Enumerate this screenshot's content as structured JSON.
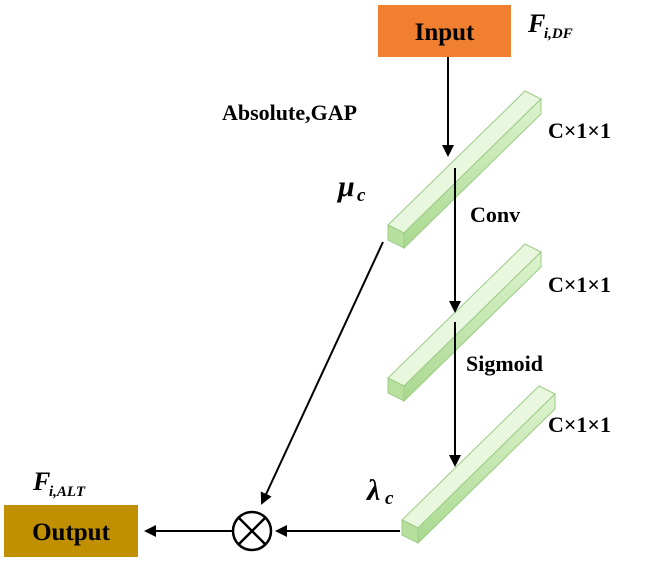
{
  "input_box": {
    "label": "Input",
    "color": "#F08030"
  },
  "output_box": {
    "label": "Output",
    "color": "#C09000"
  },
  "input_symbol": {
    "main": "F",
    "sub": "i,DF"
  },
  "output_symbol": {
    "main": "F",
    "sub": "i,ALT"
  },
  "step_labels": {
    "abs_gap": "Absolute,GAP",
    "conv": "Conv",
    "sigmoid": "Sigmoid"
  },
  "feature_dims": [
    "C×1×1",
    "C×1×1",
    "C×1×1"
  ],
  "mu_symbol": {
    "main": "μ",
    "sub": "c"
  },
  "lambda_symbol": {
    "main": "λ",
    "sub": "c"
  },
  "bar_color": "#A8D890",
  "bar_light": "#D4EFC4",
  "bar_dark": "#7FB86A",
  "multiply_icon": "circled-times-icon"
}
